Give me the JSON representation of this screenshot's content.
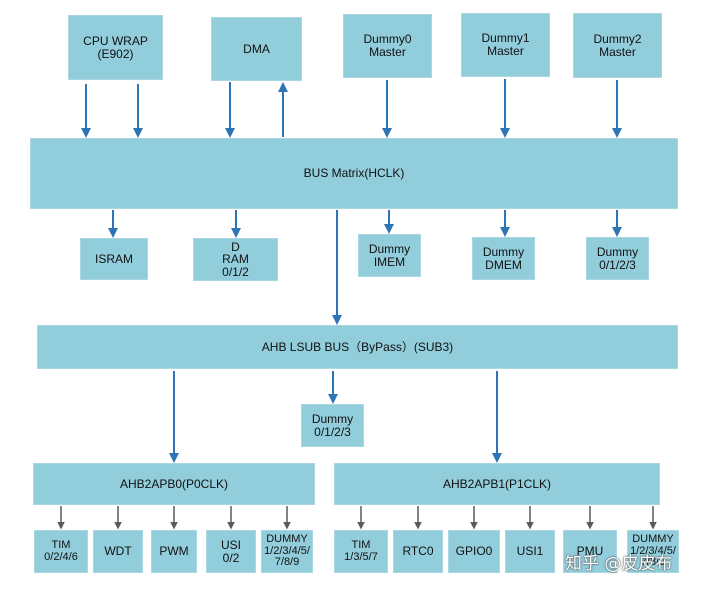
{
  "diagram": {
    "masters": {
      "cpu_wrap": "CPU WRAP\n(E902)",
      "dma": "DMA",
      "dummy0_master": "Dummy0\nMaster",
      "dummy1_master": "Dummy1\nMaster",
      "dummy2_master": "Dummy2\nMaster"
    },
    "bus_matrix": "BUS Matrix(HCLK)",
    "memories": {
      "isram": "ISRAM",
      "dram": "D\nRAM\n0/1/2",
      "dummy_imem": "Dummy\nIMEM",
      "dummy_dmem": "Dummy\nDMEM",
      "dummy_0123_top": "Dummy\n0/1/2/3"
    },
    "ahb_lsub_bus": "AHB LSUB BUS（ByPass）(SUB3)",
    "dummy_0123_mid": "Dummy\n0/1/2/3",
    "bridges": {
      "apb0": "AHB2APB0(P0CLK)",
      "apb1": "AHB2APB1(P1CLK)"
    },
    "apb0_peripherals": [
      "TIM\n0/2/4/6",
      "WDT",
      "PWM",
      "USI\n0/2",
      "DUMMY\n1/2/3/4/5/\n7/8/9"
    ],
    "apb1_peripherals": [
      "TIM\n1/3/5/7",
      "RTC0",
      "GPIO0",
      "USI1",
      "PMU",
      "DUMMY\n1/2/3/4/5/\n7/8/9"
    ],
    "watermark": "知乎 @皮皮布",
    "colors": {
      "box_fill": "#92cddc",
      "arrow": "#2e75b6",
      "connector": "#5a5a5a"
    }
  }
}
